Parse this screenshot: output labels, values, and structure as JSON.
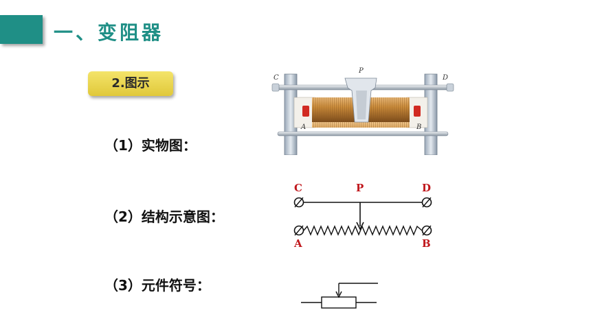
{
  "header": {
    "title": "一、变阻器"
  },
  "badge": {
    "label": "2.图示"
  },
  "items": [
    {
      "label": "（1）实物图："
    },
    {
      "label": "（2）结构示意图："
    },
    {
      "label": "（3）元件符号："
    }
  ],
  "photo_labels": {
    "c": "C",
    "p": "P",
    "d": "D",
    "a": "A",
    "b": "B"
  },
  "schematic_labels": {
    "c": "C",
    "p": "P",
    "d": "D",
    "a": "A",
    "b": "B"
  },
  "colors": {
    "accent": "#1f8f86",
    "badge": "#ecd54c",
    "label_red": "#c0171c"
  }
}
